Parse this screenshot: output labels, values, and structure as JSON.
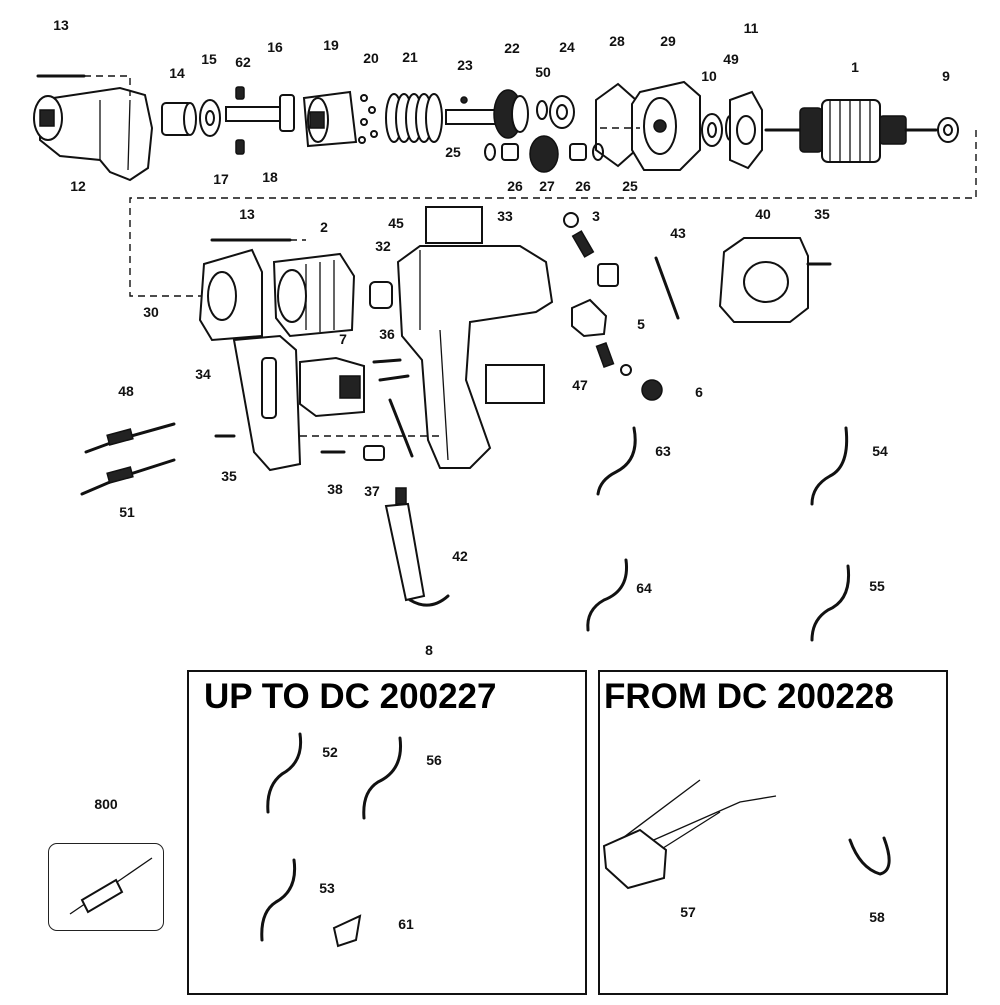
{
  "parts": [
    "13",
    "14",
    "15",
    "62",
    "16",
    "19",
    "20",
    "21",
    "23",
    "22",
    "50",
    "24",
    "28",
    "29",
    "10",
    "49",
    "11",
    "1",
    "9",
    "12",
    "17",
    "18",
    "25",
    "26",
    "27",
    "26",
    "25",
    "13",
    "2",
    "45",
    "33",
    "3",
    "43",
    "40",
    "35",
    "30",
    "32",
    "5",
    "36",
    "7",
    "34",
    "6",
    "47",
    "48",
    "35",
    "38",
    "37",
    "63",
    "54",
    "51",
    "42",
    "64",
    "55",
    "8",
    "52",
    "56",
    "53",
    "61",
    "57",
    "58",
    "800"
  ],
  "boxes": {
    "up_to": "UP TO DC 200227",
    "from": "FROM DC 200228"
  }
}
